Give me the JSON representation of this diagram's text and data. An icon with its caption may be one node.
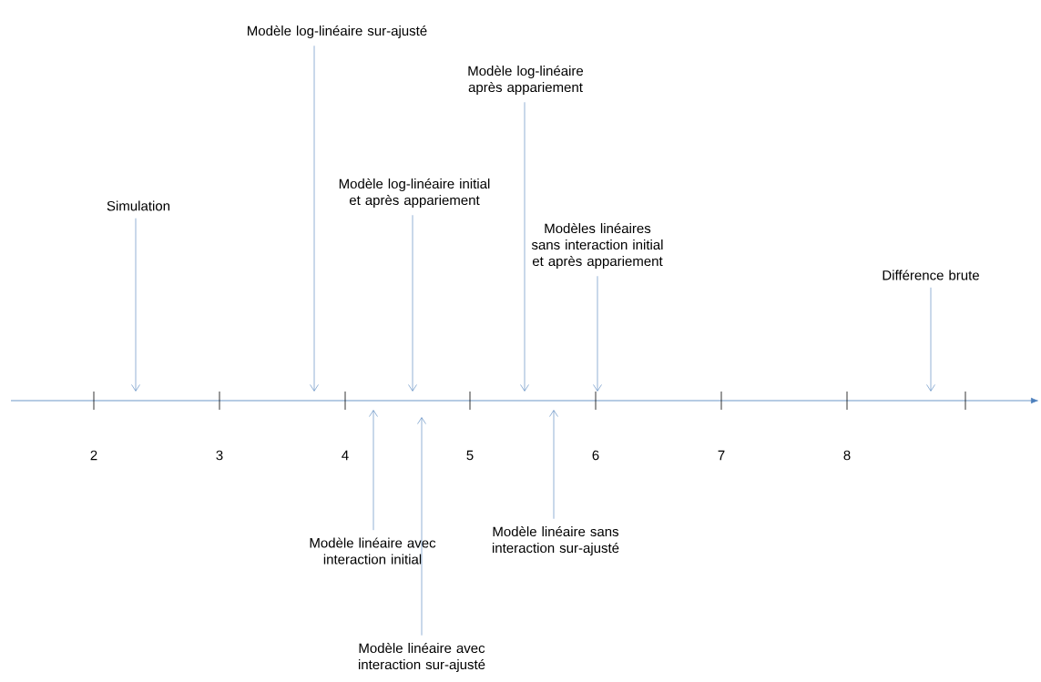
{
  "diagram": {
    "nodes": [
      {
        "text": [
          "Simulation"
        ]
      },
      {
        "text": [
          "Modèle log-linéaire sur-ajusté"
        ]
      },
      {
        "text": [
          "Modèle log-linéaire après appariement"
        ]
      },
      {
        "text": [
          "Modèle log-linéaire initial et après appariement"
        ]
      },
      {
        "text": [
          "Modèles linéaires sans interaction initial et après appariement"
        ]
      },
      {
        "text": [
          "Différence brute"
        ]
      },
      {
        "text": [
          "Modèle linéaire avec interaction initial"
        ]
      },
      {
        "text": [
          "Modèle linéaire sans interaction sur-ajusté"
        ]
      },
      {
        "text": [
          "Modèle linéaire avec interaction sur-ajusté"
        ]
      }
    ],
    "edges": [
      {
        "from": 0,
        "to": null,
        "arrow": "to"
      },
      {
        "from": 1,
        "to": null,
        "arrow": "to"
      },
      {
        "from": 2,
        "to": null,
        "arrow": "to"
      },
      {
        "from": 3,
        "to": null,
        "arrow": "to"
      },
      {
        "from": 4,
        "to": null,
        "arrow": "to"
      },
      {
        "from": 5,
        "to": null,
        "arrow": "to"
      },
      {
        "from": 6,
        "to": null,
        "arrow": "to"
      },
      {
        "from": 7,
        "to": null,
        "arrow": "to"
      },
      {
        "from": 8,
        "to": null,
        "arrow": "to"
      }
    ],
    "labels": [
      "2",
      "3",
      "4",
      "5",
      "6",
      "7",
      "8"
    ]
  }
}
